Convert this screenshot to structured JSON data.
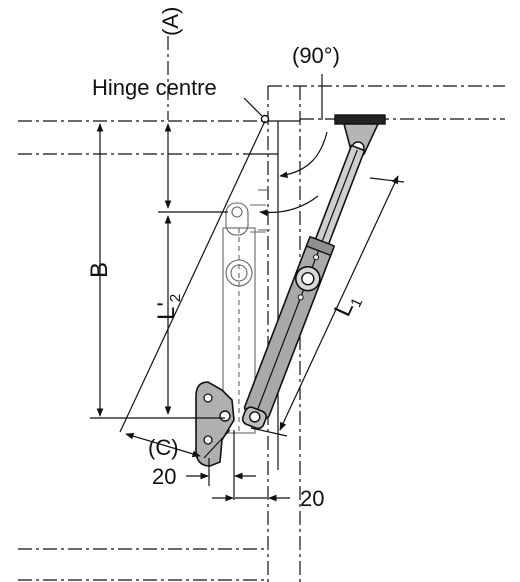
{
  "labels": {
    "axis_ref": "(A)",
    "angle": "(90°)",
    "hinge": "Hinge centre",
    "dim_b": "B",
    "dim_l2_main": "L'",
    "dim_l2_sub": "2",
    "dim_l1_main": "L",
    "dim_l1_sub": "1",
    "dim_c": "(C)",
    "dim_20_left": "20",
    "dim_20_right": "20"
  },
  "colors": {
    "line": "#111111",
    "strut_body": "#a9a9a9",
    "strut_rod": "#cfcfcf",
    "ghost": "#666666"
  }
}
